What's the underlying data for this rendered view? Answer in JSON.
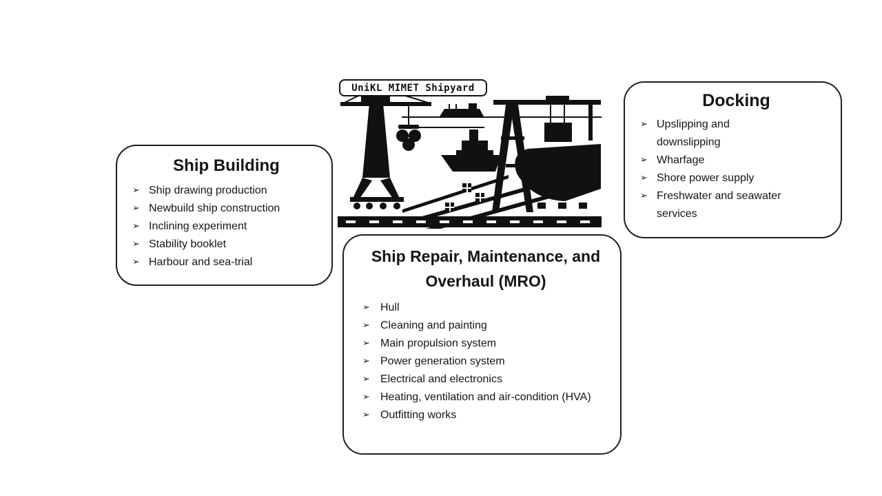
{
  "illustration": {
    "label": "UniKL MIMET Shipyard"
  },
  "bullet": "➢",
  "boxes": {
    "ship_building": {
      "title": "Ship Building",
      "items": [
        "Ship drawing production",
        "Newbuild ship construction",
        "Inclining experiment",
        "Stability booklet",
        "Harbour and sea-trial"
      ]
    },
    "docking": {
      "title": "Docking",
      "items": [
        "Upslipping and downslipping",
        "Wharfage",
        "Shore power supply",
        "Freshwater and seawater services"
      ]
    },
    "mro": {
      "title": "Ship Repair, Maintenance, and Overhaul (MRO)",
      "items": [
        "Hull",
        "Cleaning and painting",
        "Main propulsion system",
        "Power generation system",
        "Electrical and electronics",
        "Heating, ventilation and air-condition (HVA)",
        "Outfitting works"
      ]
    }
  },
  "colors": {
    "ink": "#1a1a1a",
    "background": "#ffffff"
  }
}
